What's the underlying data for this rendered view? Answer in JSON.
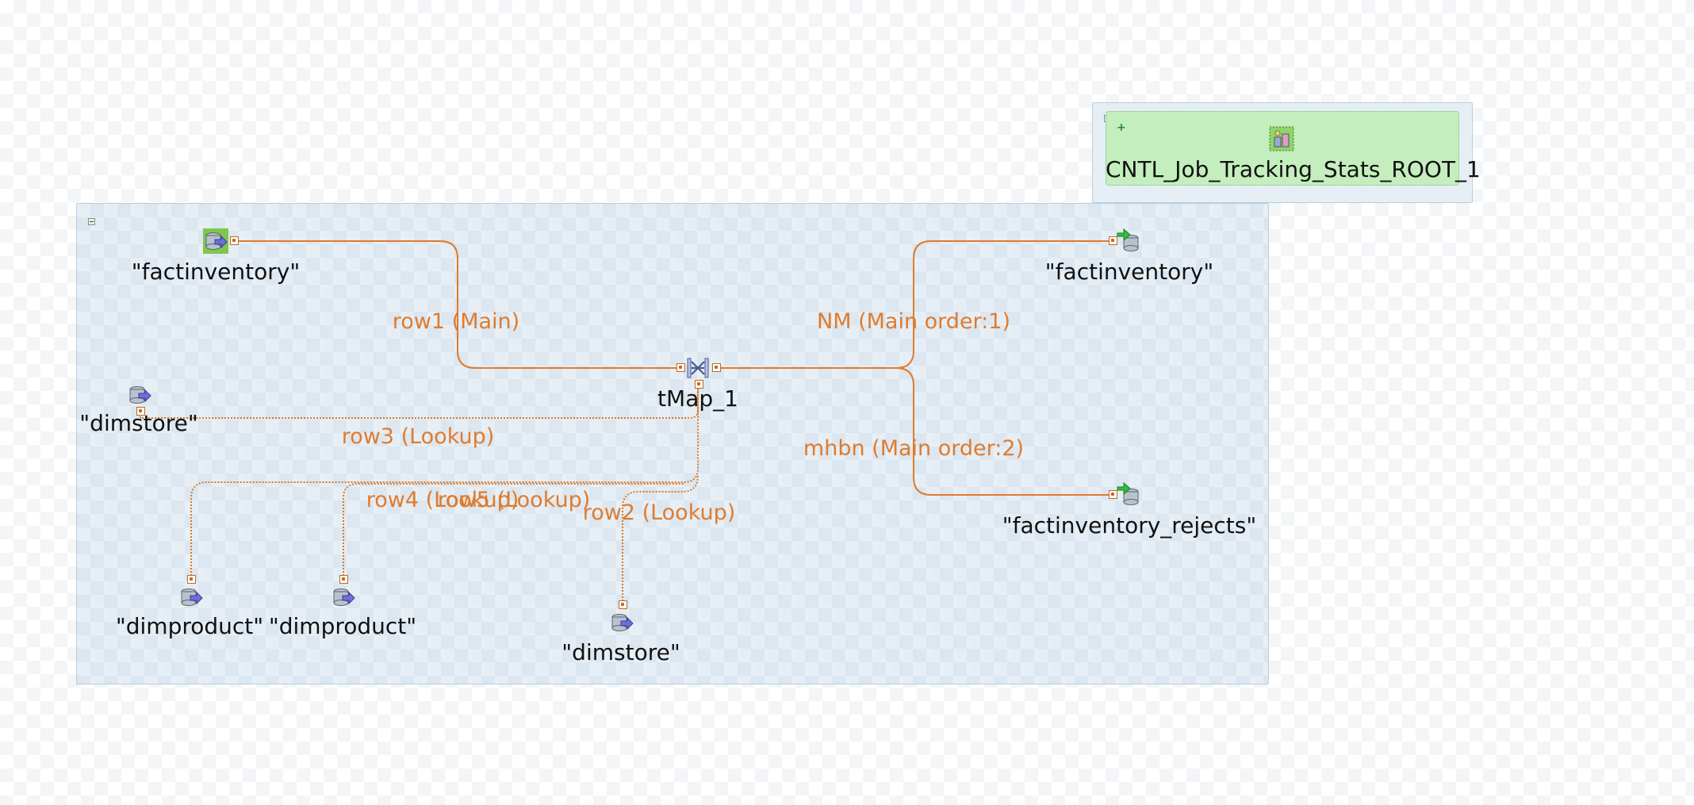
{
  "tracking_component": {
    "label": "CNTL_Job_Tracking_Stats_ROOT_1"
  },
  "nodes": {
    "input_factinventory": {
      "label": "\"factinventory\"",
      "icon": "database-input-icon"
    },
    "lookup_dimstore_1": {
      "label": "\"dimstore\"",
      "icon": "database-input-icon"
    },
    "lookup_dimproduct_1": {
      "label": "\"dimproduct\"",
      "icon": "database-input-icon"
    },
    "lookup_dimproduct_2": {
      "label": "\"dimproduct\"",
      "icon": "database-input-icon"
    },
    "lookup_dimstore_2": {
      "label": "\"dimstore\"",
      "icon": "database-input-icon"
    },
    "tmap": {
      "label": "tMap_1",
      "icon": "tmap-icon"
    },
    "output_factinventory": {
      "label": "\"factinventory\"",
      "icon": "database-output-icon"
    },
    "output_rejects": {
      "label": "\"factinventory_rejects\"",
      "icon": "database-output-icon"
    }
  },
  "links": {
    "row1": "row1 (Main)",
    "row3": "row3 (Lookup)",
    "row4": "row4 (Lookup)",
    "row5": "row5 (Lookup)",
    "row2": "row2 (Lookup)",
    "nm": "NM (Main order:1)",
    "mhbn": "mhbn (Main order:2)"
  },
  "colors": {
    "main_link": "#e07b2d",
    "lookup_link": "#d97a2b",
    "link_label": "#e07b2d",
    "subjob_bg": "#e2ecf4",
    "tracking_bg": "#c4eebd"
  }
}
